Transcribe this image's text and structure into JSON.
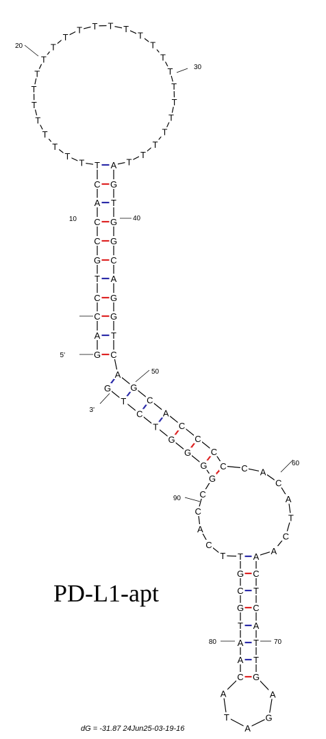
{
  "title": "PD-L1-apt",
  "footer": "dG = -31.87 24Jun25-03-19-16",
  "end_labels": {
    "five_prime": "5'",
    "three_prime": "3'"
  },
  "position_labels": [
    "10",
    "20",
    "30",
    "40",
    "50",
    "60",
    "70",
    "80",
    "90"
  ],
  "colors": {
    "gc_pair": "#dd2222",
    "at_pair": "#2a2aa8",
    "backbone": "#000000"
  },
  "stems": [
    {
      "name": "stem-1",
      "left": [
        "G",
        "A",
        "C",
        "C",
        "T",
        "G",
        "C",
        "C",
        "A",
        "C",
        "T"
      ],
      "right": [
        "C",
        "T",
        "G",
        "G",
        "A",
        "C",
        "G",
        "G",
        "T",
        "G",
        "A"
      ]
    },
    {
      "name": "stem-2",
      "left": [
        "G",
        "T",
        "C",
        "T",
        "G",
        "G",
        "G",
        "G"
      ],
      "right": [
        "A",
        "G",
        "C",
        "A",
        "C",
        "C",
        "C",
        "C"
      ]
    },
    {
      "name": "stem-3",
      "left": [
        "T",
        "G",
        "C",
        "G",
        "T",
        "A",
        "A",
        "C"
      ],
      "right": [
        "A",
        "C",
        "T",
        "C",
        "A",
        "T",
        "T",
        "G"
      ]
    }
  ],
  "loops": {
    "hairpin_1": [
      "T",
      "T",
      "T",
      "T",
      "T",
      "T",
      "T",
      "T",
      "T",
      "T",
      "T",
      "T",
      "T",
      "T",
      "T",
      "T",
      "T",
      "T",
      "T",
      "T",
      "T",
      "T",
      "T",
      "T",
      "T",
      "T"
    ],
    "interior_right": [
      "C",
      "A",
      "C",
      "A",
      "T",
      "C",
      "A"
    ],
    "interior_left": [
      "T",
      "C",
      "A",
      "C",
      "C"
    ],
    "hairpin_3": [
      "A",
      "G",
      "A",
      "T",
      "A"
    ]
  }
}
